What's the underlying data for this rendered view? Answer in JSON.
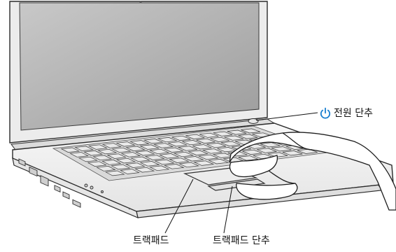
{
  "labels": {
    "power_button": "전원 단추",
    "trackpad": "트랙패드",
    "trackpad_button": "트랙패드 단추"
  },
  "icons": {
    "power": "power-icon"
  },
  "colors": {
    "power_icon": "#1a7fd0",
    "screen": "#bdbdbd",
    "body": "#f2f2f2",
    "key": "#e9e9e9",
    "outline": "#2a2a2a"
  }
}
